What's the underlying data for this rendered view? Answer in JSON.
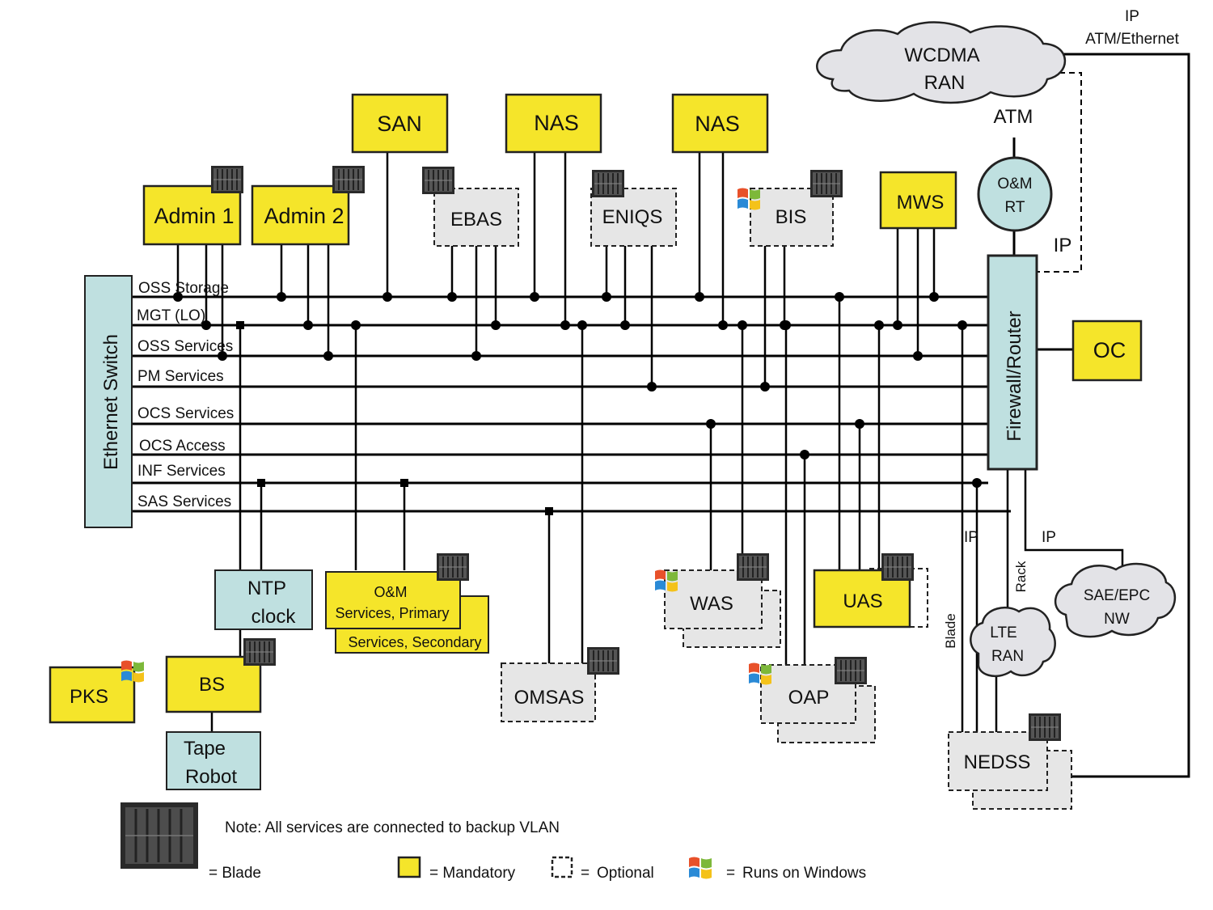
{
  "colors": {
    "mandatory": "#f5e52a",
    "optional": "#e6e6e6",
    "teal": "#bfe0e0",
    "cloud": "#e3e3e7",
    "line": "#000000"
  },
  "top_labels": {
    "ip": "IP",
    "atm_ethernet": "ATM/Ethernet",
    "atm": "ATM",
    "ip_router": "IP"
  },
  "clouds": {
    "wcdma": [
      "WCDMA",
      "RAN"
    ],
    "sae": [
      "SAE/EPC",
      "NW"
    ],
    "lte": [
      "LTE",
      "RAN"
    ]
  },
  "ethernet_switch": "Ethernet Switch",
  "firewall": "Firewall/Router",
  "om_rt": [
    "O&M",
    "RT"
  ],
  "vlans": [
    "OSS Storage",
    "MGT (LO)",
    "OSS Services",
    "PM Services",
    "OCS Services",
    "OCS Access",
    "INF Services",
    "SAS Services"
  ],
  "nodes": {
    "san": "SAN",
    "nas1": "NAS",
    "nas2": "NAS",
    "admin1": "Admin 1",
    "admin2": "Admin 2",
    "ebas": "EBAS",
    "eniqs": "ENIQS",
    "bis": "BIS",
    "mws": "MWS",
    "oc": "OC",
    "ntp": [
      "NTP",
      "clock"
    ],
    "om_primary": [
      "O&M",
      "Services, Primary"
    ],
    "om_secondary": "Services, Secondary",
    "pks": "PKS",
    "bs": "BS",
    "tape": [
      "Tape",
      "Robot"
    ],
    "omsas": "OMSAS",
    "was": "WAS",
    "oap": "OAP",
    "uas": "UAS",
    "nedss": "NEDSS"
  },
  "link_labels": {
    "ip_left": "IP",
    "ip_right": "IP",
    "rack": "Rack",
    "blade": "Blade"
  },
  "note": "Note: All services are connected to backup VLAN",
  "legend": {
    "blade": "= Blade",
    "mandatory": "= Mandatory",
    "optional_eq": "=",
    "optional": "Optional",
    "windows_eq": "=",
    "windows": "Runs on Windows"
  },
  "icons": [
    "blade-icon",
    "windows-icon"
  ]
}
